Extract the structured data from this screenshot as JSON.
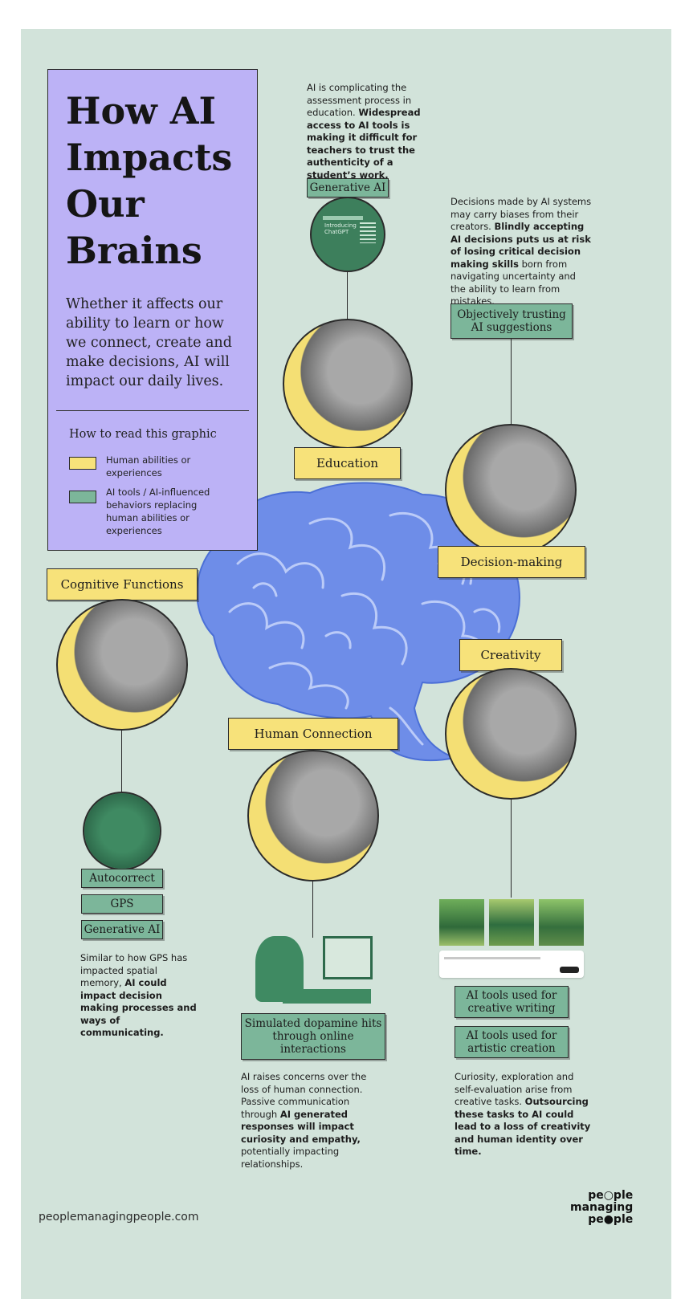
{
  "intro": {
    "title_lines": [
      "How AI",
      "Impacts",
      "Our",
      "Brains"
    ],
    "subtitle": "Whether it affects our ability to learn or how we connect, create and make decisions, AI will impact our daily lives.",
    "legend_heading": "How to read this graphic",
    "legend_human": "Human abilities or experiences",
    "legend_ai": "AI tools / AI-influenced behaviors replacing human abilities or experiences"
  },
  "education": {
    "text_plain": "AI is complicating the assessment process in education. ",
    "text_bold": "Widespread access to AI tools is making it difficult for teachers to trust the authenticity of a student’s work.",
    "tool_label": "Generative AI",
    "thumb_line1": "Introducing",
    "thumb_line2": "ChatGPT",
    "label": "Education"
  },
  "decision": {
    "text_plain1": "Decisions made by AI systems may carry biases from their creators. ",
    "text_bold": "Blindly accepting AI decisions puts us at risk of losing critical decision making skills",
    "text_plain2": " born from navigating uncertainty and the ability to learn from mistakes.",
    "tool_label": "Objectively trusting AI suggestions",
    "label": "Decision-making"
  },
  "cognitive": {
    "label": "Cognitive Functions",
    "tools": [
      "Autocorrect",
      "GPS",
      "Generative AI"
    ],
    "text_plain": "Similar to how GPS has impacted spatial memory, ",
    "text_bold": "AI could impact decision making processes and ways of communicating."
  },
  "human": {
    "label": "Human Connection",
    "tool_label": "Simulated dopamine hits through online interactions",
    "text_plain1": "AI raises concerns over the loss of human connection. Passive communication through ",
    "text_bold": "AI generated responses will impact curiosity and empathy,",
    "text_plain2": " potentially impacting relationships."
  },
  "creativity": {
    "label": "Creativity",
    "tools": [
      "AI tools used for creative writing",
      "AI tools used for artistic creation"
    ],
    "text_plain": "Curiosity, exploration and self-evaluation arise from creative tasks. ",
    "text_bold": "Outsourcing these tasks to AI could lead to a loss of creativity and human identity over time."
  },
  "footer": {
    "url": "peoplemanagingpeople.com",
    "logo_lines": [
      "pe○ple",
      "managing",
      "pe●ple"
    ]
  },
  "colors": {
    "background": "#d2e3da",
    "human_yellow": "#f7e27a",
    "ai_green": "#7cb69a",
    "intro_purple": "#bcb2f6",
    "brain_blue": "#6e8de8"
  }
}
